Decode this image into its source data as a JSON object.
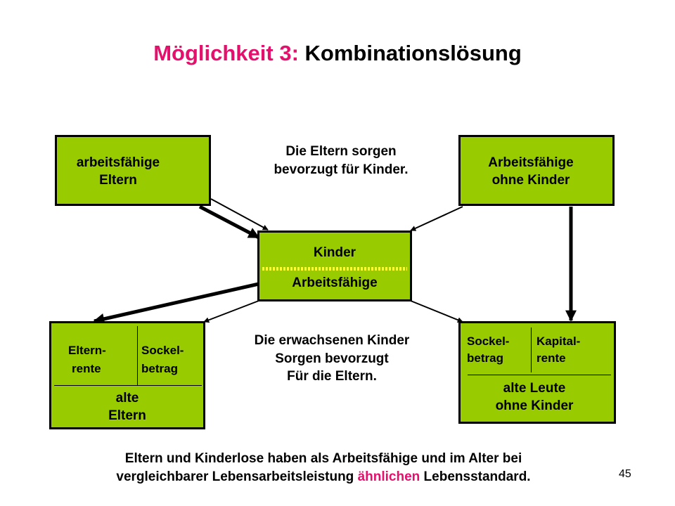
{
  "title": {
    "accent": "Möglichkeit 3:",
    "rest": "Kombinationslösung"
  },
  "boxes": {
    "top_left": {
      "line1": "arbeitsfähige",
      "line2": "Eltern"
    },
    "top_right": {
      "line1": "Arbeitsfähige",
      "line2": "ohne Kinder"
    },
    "center": {
      "top": "Kinder",
      "bottom": "Arbeitsfähige"
    },
    "bottom_left": {
      "col1_line1": "Eltern-",
      "col1_line2": "rente",
      "col2_line1": "Sockel-",
      "col2_line2": "betrag",
      "bottom_line1": "alte",
      "bottom_line2": "Eltern"
    },
    "bottom_right": {
      "col1_line1": "Sockel-",
      "col1_line2": "betrag",
      "col2_line1": "Kapital-",
      "col2_line2": "rente",
      "bottom_line1": "alte Leute",
      "bottom_line2": "ohne Kinder"
    }
  },
  "notes": {
    "top_line1": "Die Eltern sorgen",
    "top_line2": "bevorzugt für Kinder.",
    "bottom_line1": "Die erwachsenen Kinder",
    "bottom_line2": "Sorgen bevorzugt",
    "bottom_line3": "Für die Eltern."
  },
  "footer": {
    "line1": "Eltern und Kinderlose haben als Arbeitsfähige und im Alter bei",
    "line2_pre": "vergleichbarer Lebensarbeitsleistung ",
    "line2_highlight": "ähnlichen",
    "line2_post": " Lebensstandard."
  },
  "page_number": "45",
  "colors": {
    "box_fill": "#99cc00",
    "accent": "#e3116c",
    "divider_dashes": "#ffff33"
  }
}
